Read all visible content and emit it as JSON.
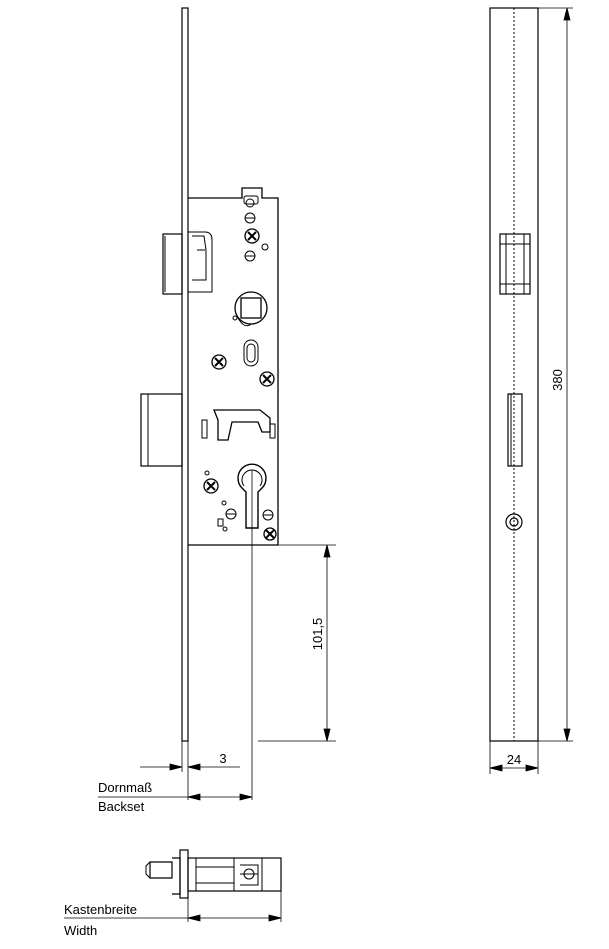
{
  "dimensions": {
    "faceplate_thickness": "3",
    "height_total": "380",
    "strike_width": "24",
    "distance": "101,5"
  },
  "labels": {
    "backset_de": "Dornmaß",
    "backset_en": "Backset",
    "width_de": "Kastenbreite",
    "width_en": "Width"
  }
}
